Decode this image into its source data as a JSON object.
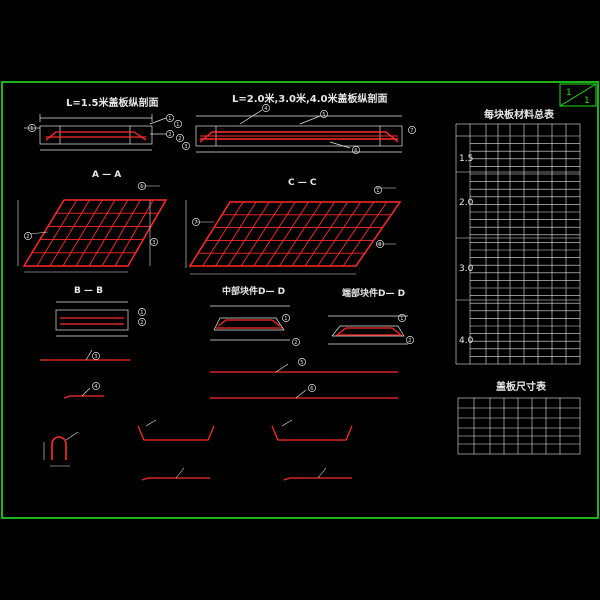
{
  "drawing": {
    "colors": {
      "border": "#22e022",
      "rebar": "#ff2a2a",
      "line": "#e6e6e6",
      "leader": "#e6e6e6",
      "background": "#000000",
      "tick": "#d0d0d0"
    },
    "sheet": {
      "number": "1",
      "total": "1"
    },
    "titles": {
      "plate15": "L=1.5米盖板纵剖面",
      "plate234": "L=2.0米,3.0米,4.0米盖板纵剖面",
      "sectionAA": "A — A",
      "sectionCC": "C — C",
      "sectionBB": "B — B",
      "sectionMidDD": "中部块件D— D",
      "sectionEndDD": "端部块件D— D",
      "tableMaterial": "每块板材料总表",
      "tableSize": "盖板尺寸表"
    },
    "callouts": [
      "1",
      "2",
      "3",
      "4",
      "5",
      "6",
      "7",
      "8"
    ],
    "tableMaterialSpans": [
      "1.5",
      "2.0",
      "3.0",
      "4.0"
    ]
  }
}
